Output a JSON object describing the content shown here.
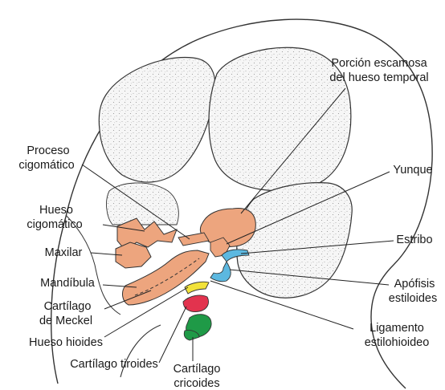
{
  "labels": {
    "squamous_1": "Porción escamosa",
    "squamous_2": "del hueso temporal",
    "zygomatic_process_1": "Proceso",
    "zygomatic_process_2": "cigomático",
    "incus": "Yunque",
    "zygomatic_bone_1": "Hueso",
    "zygomatic_bone_2": "cigomático",
    "maxilla": "Maxilar",
    "stapes": "Estribo",
    "mandible": "Mandíbula",
    "styloid_1": "Apófisis",
    "styloid_2": "estiloides",
    "meckel_1": "Cartílago",
    "meckel_2": "de Meckel",
    "ligament_1": "Ligamento",
    "ligament_2": "estilohioideo",
    "hyoid": "Hueso hioides",
    "thyroid": "Cartílago tiroides",
    "cricoid_1": "Cartílago",
    "cricoid_2": "cricoides"
  },
  "colors": {
    "bone_orange": "#eda57e",
    "stapes_styloid_blue": "#5cb8e0",
    "hyoid_yellow": "#f2e23a",
    "thyroid_red": "#e2334e",
    "cricoid_green": "#1f9a47",
    "skull_fill": "#f4f4f4",
    "outline": "#2b2b2b"
  }
}
